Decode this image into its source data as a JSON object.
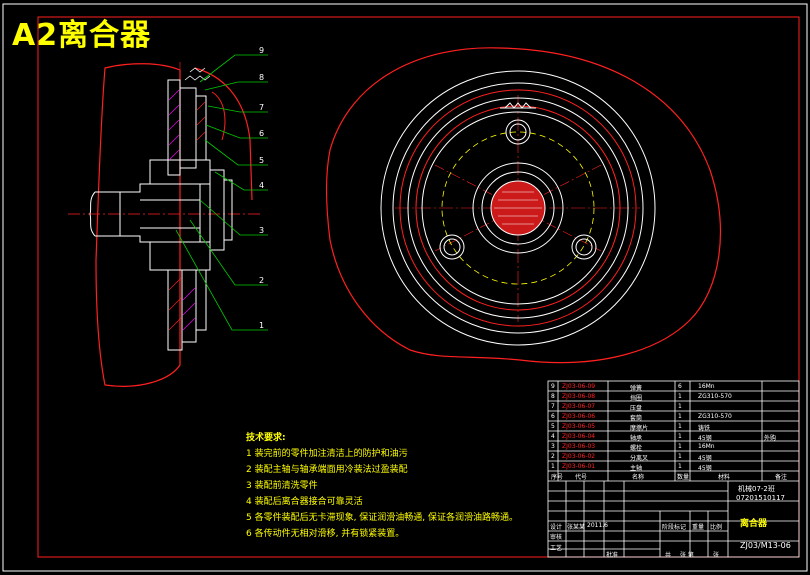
{
  "title": "A2离合器",
  "callouts": [
    "9",
    "8",
    "7",
    "6",
    "5",
    "4",
    "3",
    "2",
    "1"
  ],
  "notes": {
    "heading": "技术要求:",
    "items": [
      "1  装完前的零件加注清洁上的防护和油污",
      "2  装配主轴与轴承端面用冷装法过盈装配",
      "3  装配前清洗零件",
      "4  装配后离合器接合可靠灵活",
      "5  各零件装配后无卡滞现象, 保证润滑油畅通, 保证各润滑油路畅通。",
      "6  各传动件无相对滑移, 并有锁紧装置。"
    ]
  },
  "parts_list": {
    "rows": [
      {
        "no": "9",
        "code": "ZJ03-06-09",
        "name": "弹簧",
        "qty": "6",
        "material": "16Mn",
        "note": ""
      },
      {
        "no": "8",
        "code": "ZJ03-06-08",
        "name": "挡圈",
        "qty": "1",
        "material": "ZG310-570",
        "note": ""
      },
      {
        "no": "7",
        "code": "ZJ03-06-07",
        "name": "压盘",
        "qty": "1",
        "material": "",
        "note": ""
      },
      {
        "no": "6",
        "code": "ZJ03-06-06",
        "name": "套筒",
        "qty": "1",
        "material": "ZG310-570",
        "note": ""
      },
      {
        "no": "5",
        "code": "ZJ03-06-05",
        "name": "摩擦片",
        "qty": "1",
        "material": "铸铁",
        "note": ""
      },
      {
        "no": "4",
        "code": "ZJ03-06-04",
        "name": "轴承",
        "qty": "1",
        "material": "45钢",
        "note": "外购"
      },
      {
        "no": "3",
        "code": "ZJ03-06-03",
        "name": "螺栓",
        "qty": "1",
        "material": "16Mn",
        "note": ""
      },
      {
        "no": "2",
        "code": "ZJ03-06-02",
        "name": "分离叉",
        "qty": "1",
        "material": "45钢",
        "note": ""
      },
      {
        "no": "1",
        "code": "ZJ03-06-01",
        "name": "主轴",
        "qty": "1",
        "material": "45钢",
        "note": ""
      }
    ],
    "header": {
      "no": "序号",
      "code": "代号",
      "name": "名称",
      "qty": "数量",
      "material": "材料",
      "note": "备注"
    }
  },
  "title_block": {
    "class": "机械07-2班",
    "student_no": "07201510117",
    "drawing_title": "离合器",
    "drawing_no": "ZJ03/M13-06",
    "designer_label": "设计",
    "designer": "张某某",
    "date": "2011.6",
    "check_label": "审核",
    "process_label": "工艺",
    "approve_label": "批准",
    "stage_label": "阶段标记",
    "weight_label": "重量",
    "scale_label": "比例",
    "sheet_label": "共",
    "sheet_label2": "张 第",
    "sheet_label3": "张"
  },
  "colors": {
    "outline": "#ff2020",
    "white": "#ffffff",
    "green": "#00cc00",
    "yellow": "#ffff00",
    "magenta": "#ff00ff"
  }
}
